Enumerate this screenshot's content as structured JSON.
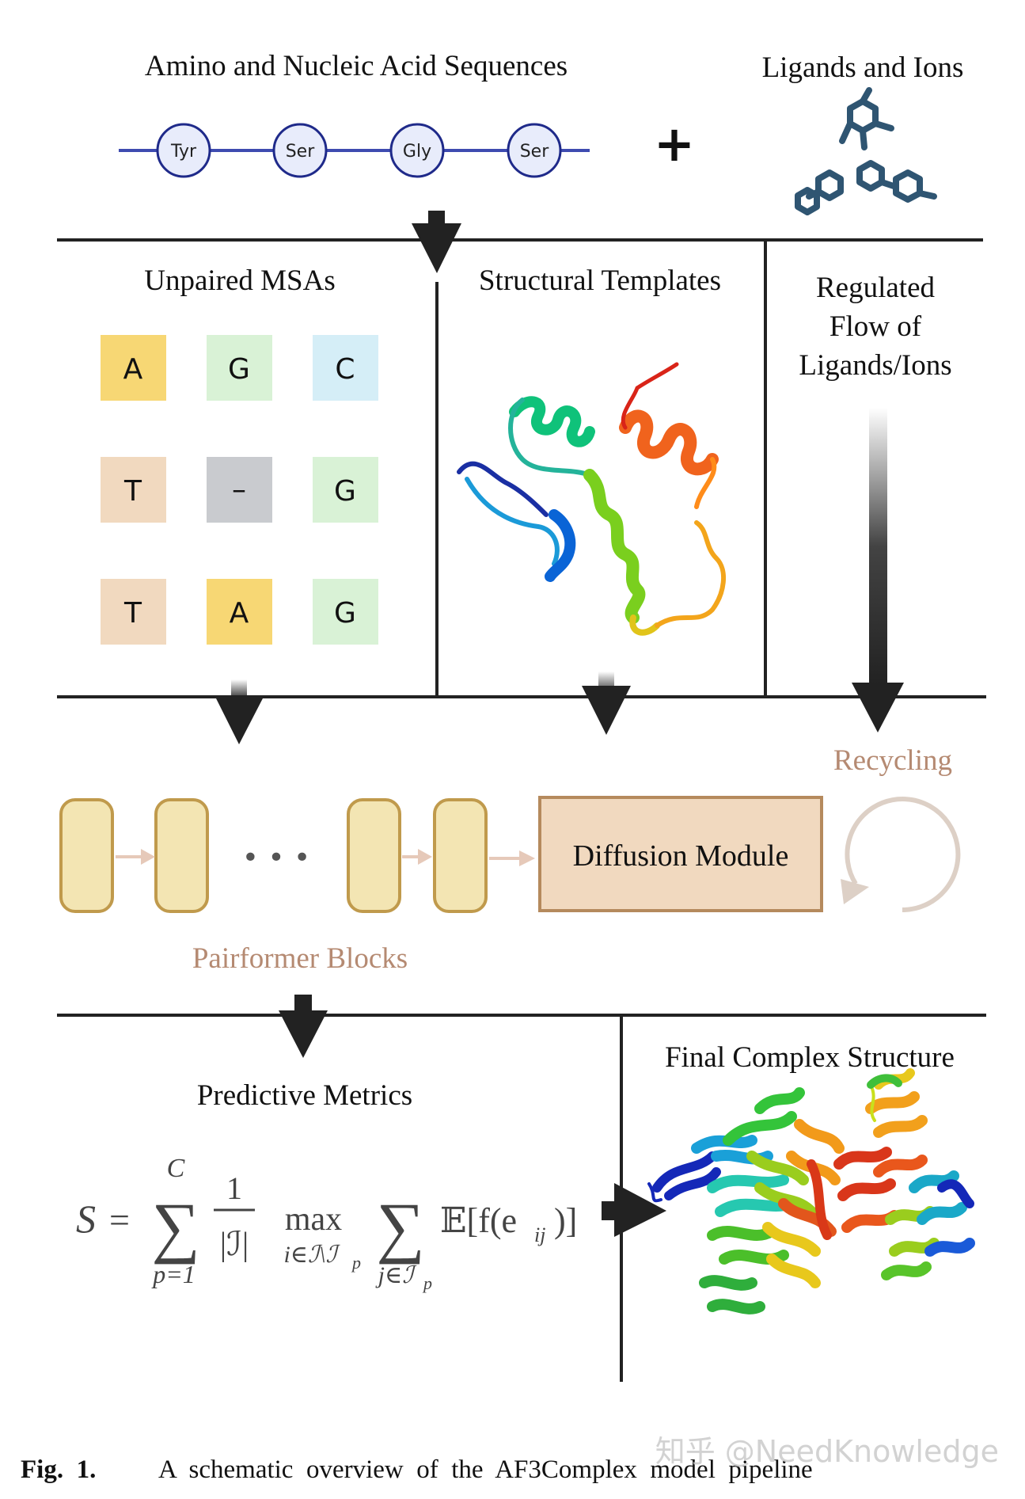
{
  "top": {
    "sequences_title": "Amino and Nucleic Acid Sequences",
    "ligands_title": "Ligands and Ions",
    "residues": [
      "Tyr",
      "Ser",
      "Gly",
      "Ser"
    ],
    "plus": "+"
  },
  "msa": {
    "title": "Unpaired MSAs",
    "grid": [
      [
        {
          "t": "A",
          "c": "#f7d774"
        },
        {
          "t": "G",
          "c": "#d9f2d6"
        },
        {
          "t": "C",
          "c": "#d5eef7"
        }
      ],
      [
        {
          "t": "T",
          "c": "#f1d9bf"
        },
        {
          "t": "–",
          "c": "#c9cbcf"
        },
        {
          "t": "G",
          "c": "#d9f2d6"
        }
      ],
      [
        {
          "t": "T",
          "c": "#f1d9bf"
        },
        {
          "t": "A",
          "c": "#f7d774"
        },
        {
          "t": "G",
          "c": "#d9f2d6"
        }
      ]
    ]
  },
  "templates": {
    "title": "Structural Templates"
  },
  "regulated": {
    "line1": "Regulated",
    "line2": "Flow of",
    "line3": "Ligands/Ions"
  },
  "pipeline": {
    "recycling": "Recycling",
    "diffusion": "Diffusion Module",
    "dots": "• • •",
    "pairformer": "Pairformer Blocks"
  },
  "metrics": {
    "title": "Predictive Metrics",
    "formula": {
      "S": "S",
      "eq": "=",
      "sum_top": "C",
      "sum_bot": "p=1",
      "frac_num": "1",
      "frac_den": "|ℐ|",
      "max": "max",
      "max_sub": "i∈ℐ\\ℐ",
      "max_sub_p": "p",
      "sum2_bot": "j∈ℐ",
      "sum2_bot_p": "p",
      "expect": "𝔼[f(e",
      "expect_sub": "ij",
      "expect_end": ")]"
    }
  },
  "final": {
    "title": "Final Complex Structure"
  },
  "caption": {
    "label": "Fig.  1.",
    "text": "A  schematic  overview  of  the  AF3Complex  model  pipeline"
  },
  "watermark": "知乎 @NeedKnowledge",
  "colors": {
    "residue_fill": "#e8ecfb",
    "residue_stroke": "#1f2a8a",
    "chain": "#3e4bb0",
    "ligand": "#2f5572",
    "block_fill": "#f3e5b3",
    "block_stroke": "#c09a4c",
    "diffusion_fill": "#f1d9bf",
    "diffusion_stroke": "#b58a5d",
    "accent_brown": "#b58a72",
    "recycle": "#ddd0c6"
  }
}
